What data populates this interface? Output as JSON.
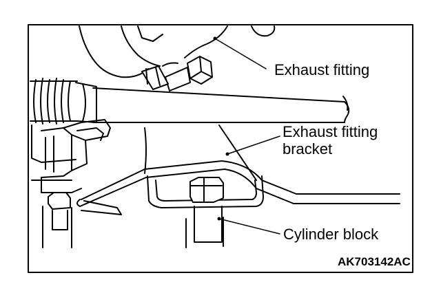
{
  "labels": {
    "exhaust_fitting": "Exhaust fitting",
    "exhaust_fitting_bracket_line1": "Exhaust fitting",
    "exhaust_fitting_bracket_line2": "bracket",
    "cylinder_block": "Cylinder block"
  },
  "figure_code": "AK703142AC",
  "colors": {
    "ink": "#000000",
    "paper": "#ffffff"
  }
}
